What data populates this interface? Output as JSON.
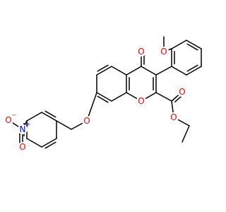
{
  "molecule": {
    "atom_labels": {
      "carbonyl_o": "O",
      "ring_o": "O",
      "ether_o": "O",
      "methoxy_o": "O",
      "ester_carbonyl_o": "O",
      "ester_o": "O",
      "nitro_n": "N",
      "nitro_o_top": "O",
      "nitro_o_bottom": "O"
    },
    "charges": {
      "nitro_n": "+",
      "nitro_o_top": "−"
    },
    "colors": {
      "bond": "#000000",
      "oxygen": "#ff0000",
      "nitrogen": "#0000ff"
    }
  }
}
